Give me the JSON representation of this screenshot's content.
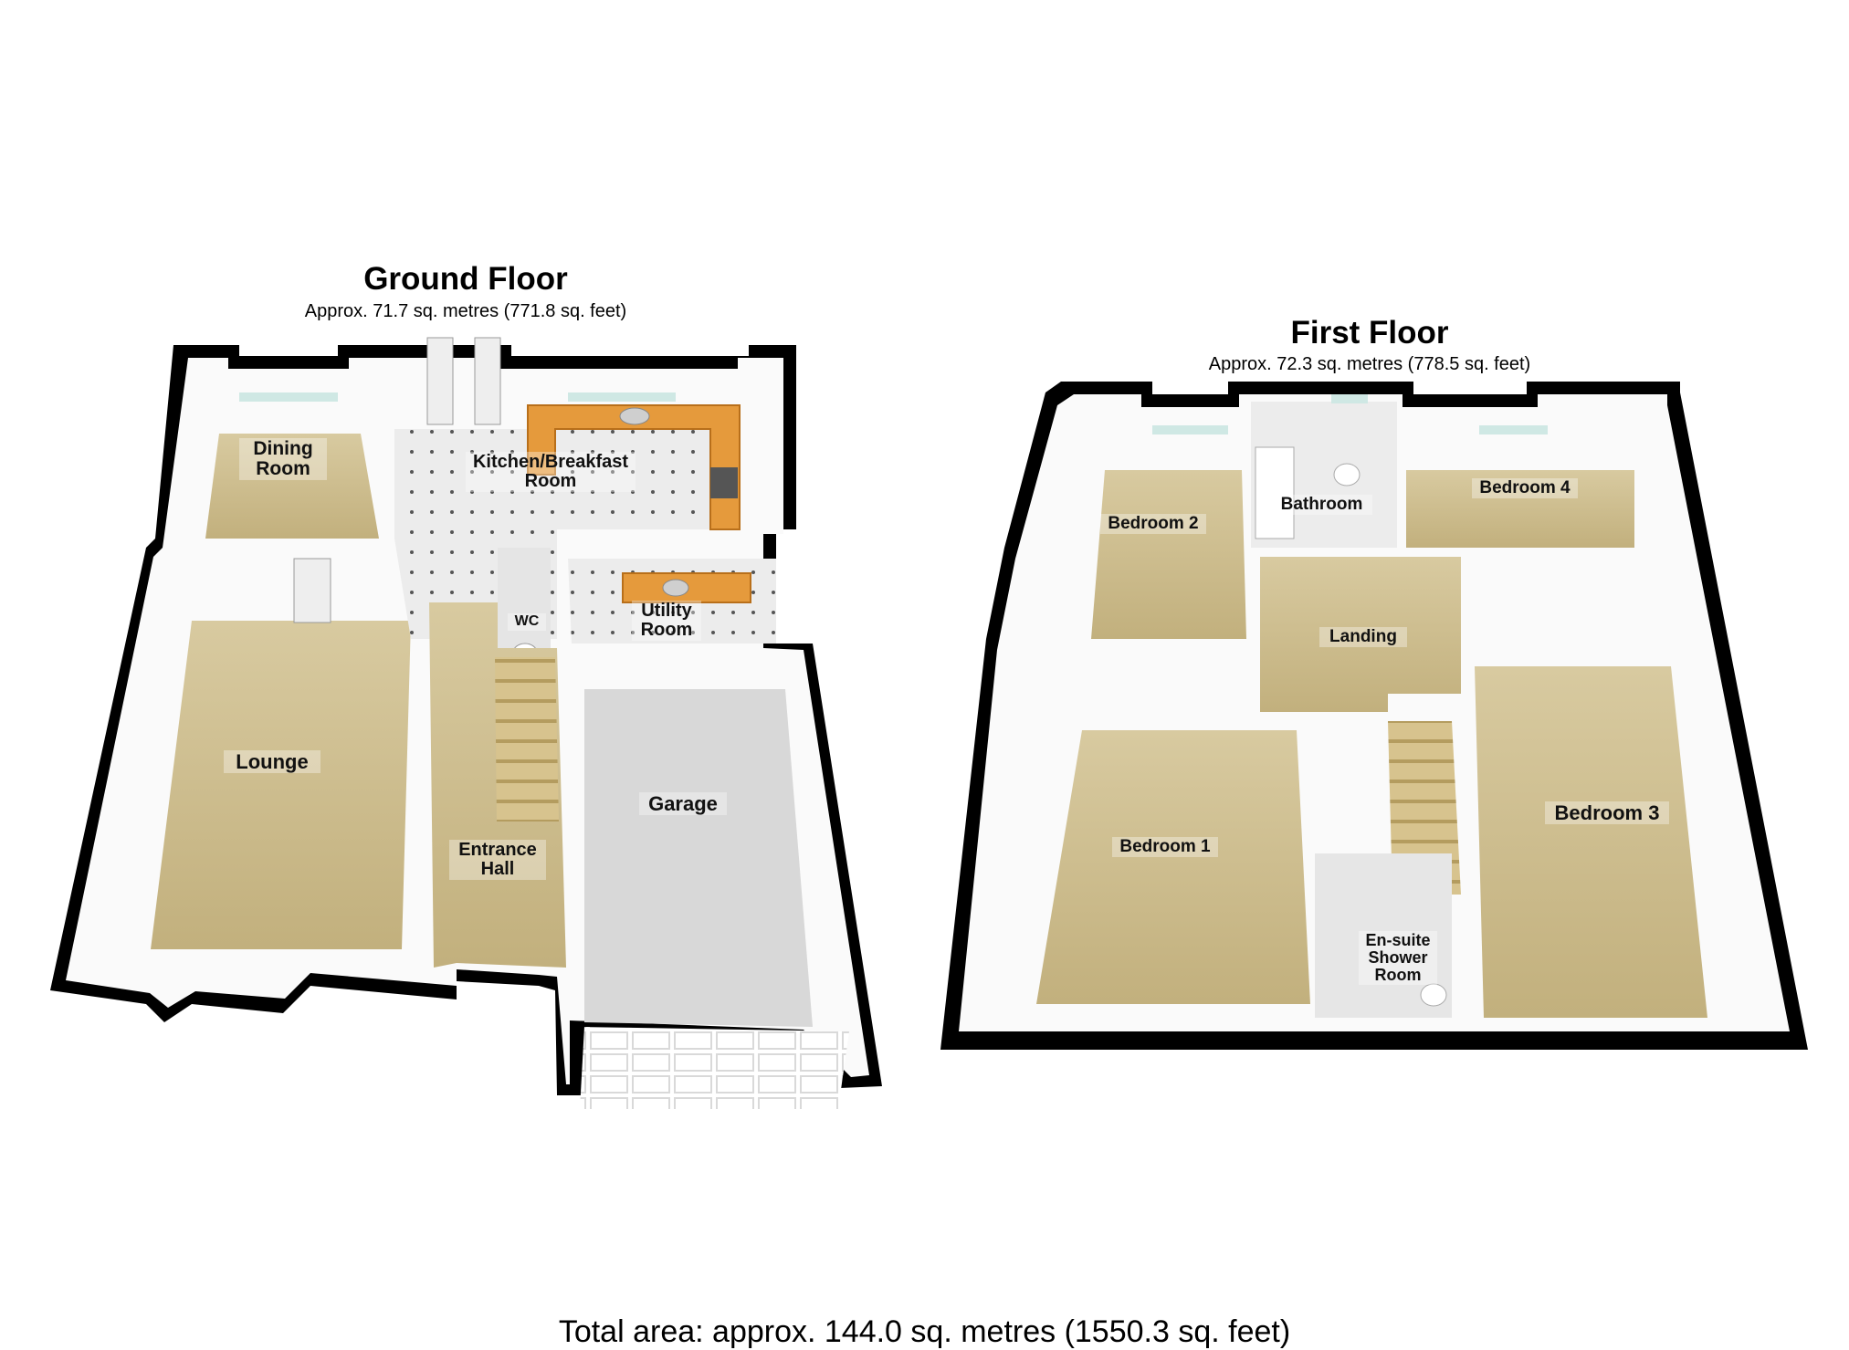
{
  "ground_floor": {
    "title": "Ground Floor",
    "area": "Approx. 71.7 sq. metres (771.8 sq. feet)",
    "rooms": {
      "dining": "Dining Room",
      "kitchen": "Kitchen/Breakfast Room",
      "lounge": "Lounge",
      "wc": "WC",
      "utility": "Utility Room",
      "hall": "Entrance Hall",
      "garage": "Garage"
    }
  },
  "first_floor": {
    "title": "First Floor",
    "area": "Approx. 72.3 sq. metres (778.5 sq. feet)",
    "rooms": {
      "bedroom2": "Bedroom 2",
      "bathroom": "Bathroom",
      "bedroom4": "Bedroom 4",
      "landing": "Landing",
      "bedroom1": "Bedroom 1",
      "bedroom3": "Bedroom 3",
      "ensuite": "En-suite Shower Room"
    }
  },
  "total_area": "Total area: approx. 144.0 sq. metres (1550.3 sq. feet)",
  "colors": {
    "wall": "#000000",
    "inner_wall": "#ffffff",
    "carpet": "#c9b98a",
    "tile": "#e6e6e6",
    "worktop": "#e59a3c",
    "garage_floor": "#d8d8d8",
    "window": "#cfe8e4"
  }
}
